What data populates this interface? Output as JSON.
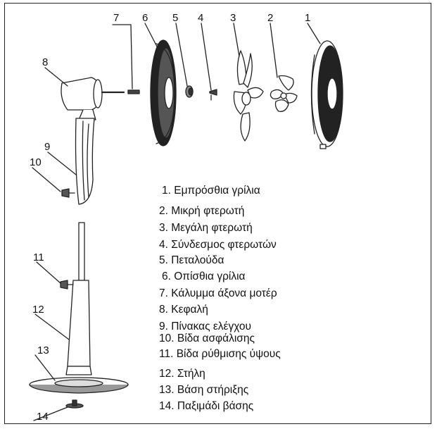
{
  "callouts": [
    "1",
    "2",
    "3",
    "4",
    "5",
    "6",
    "7",
    "8",
    "9",
    "10",
    "11",
    "12",
    "13",
    "14"
  ],
  "legend": [
    "1. Εμπρόσθια γρίλια",
    "2. Μικρή φτερωτή",
    "3. Μεγάλη φτερωτή",
    "4. Σύνδεσμος φτερωτών",
    "5. Πεταλούδα",
    "6. Οπίσθια γρίλια",
    "7. Κάλυμμα άξονα μοτέρ",
    "8. Κεφαλή",
    "9. Πίνακας ελέγχου",
    "10. Βίδα ασφάλισης",
    "11. Βίδα ρύθμισης ύψους",
    "12. Στήλη",
    "13. Βάση στήριξης",
    "14. Παξιμάδι βάσης"
  ]
}
